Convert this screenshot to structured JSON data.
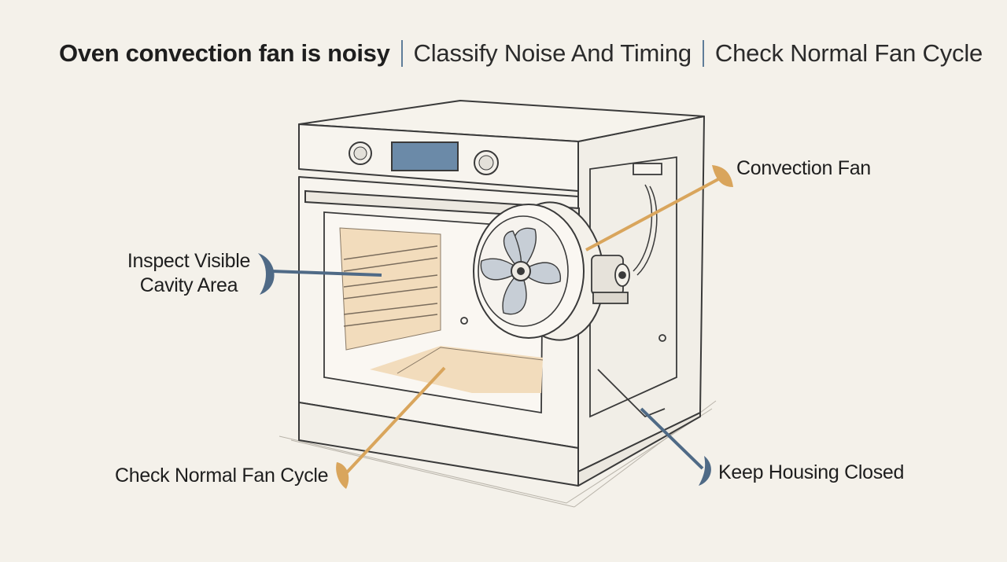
{
  "header": {
    "title": "Oven convection fan is noisy",
    "steps": [
      "Classify Noise And Timing",
      "Check Normal Fan Cycle"
    ]
  },
  "callouts": {
    "convection_fan": "Convection Fan",
    "inspect_cavity_line1": "Inspect Visible",
    "inspect_cavity_line2": "Cavity Area",
    "check_fan_cycle": "Check Normal Fan Cycle",
    "keep_housing": "Keep Housing Closed"
  },
  "colors": {
    "background": "#f4f1ea",
    "accent_orange": "#d9a55c",
    "accent_blue": "#4f6a86",
    "outline": "#3a3a3a",
    "cavity_fill": "#f2dcbc",
    "display_fill": "#6b8aa8"
  }
}
